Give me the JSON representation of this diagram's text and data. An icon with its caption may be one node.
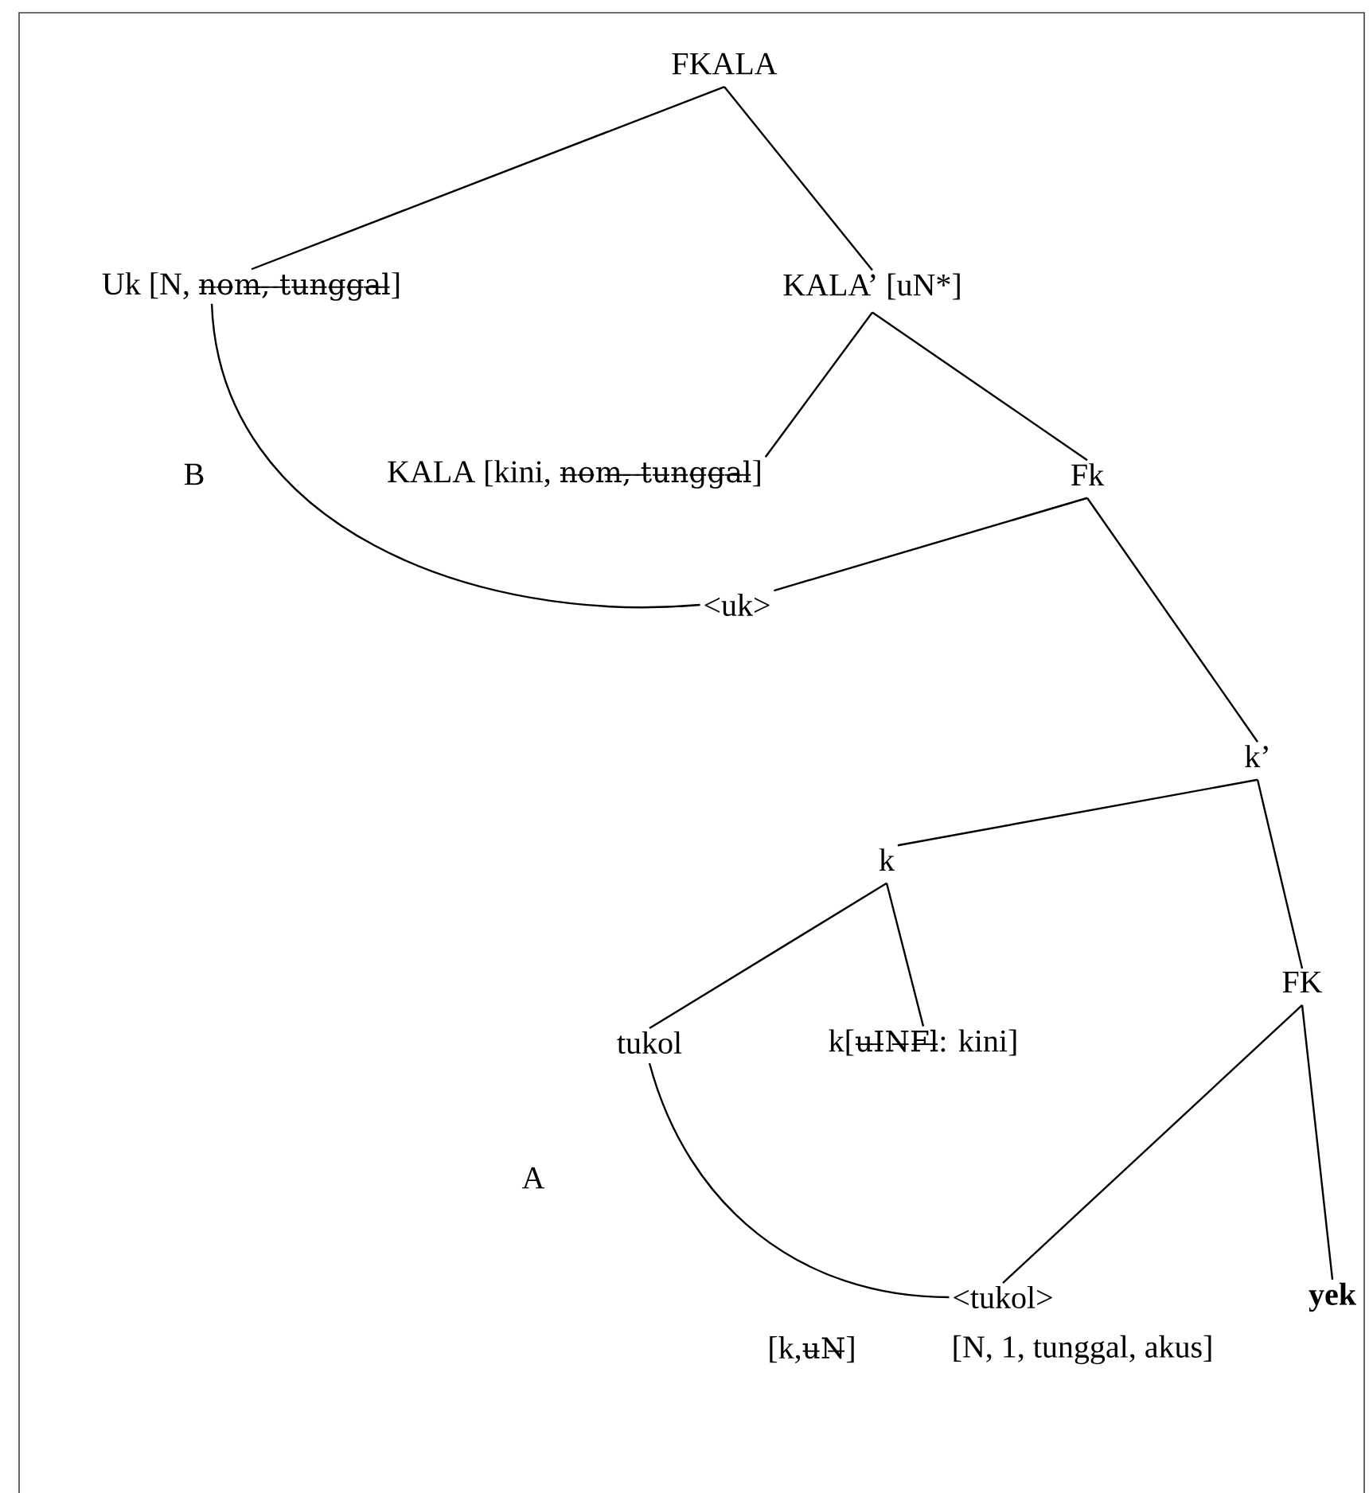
{
  "diagram": {
    "nodes": [
      {
        "text": [
          "FKALA"
        ]
      },
      {
        "text": [
          "Uk [N,",
          "n̶o̶m̶,̶ ̶t̶u̶n̶g̶g̶a̶l̶",
          "]"
        ]
      },
      {
        "text": [
          "KALA’ [uN*]"
        ]
      },
      {
        "text": [
          "KALA [kini,",
          "n̶o̶m̶,̶ ̶t̶u̶n̶g̶g̶a̶l̶",
          "]"
        ]
      },
      {
        "text": [
          "Fk"
        ]
      },
      {
        "text": [
          "<uk>"
        ]
      },
      {
        "text": [
          "k’"
        ]
      },
      {
        "text": [
          "k"
        ]
      },
      {
        "text": [
          "FK"
        ]
      },
      {
        "text": [
          "tukol"
        ]
      },
      {
        "text": [
          "k[",
          "u̶I̶N̶F̶l̶",
          ": kini]"
        ]
      },
      {
        "text": [
          "<tukol>"
        ],
        "beside": [
          "[k,",
          "u̶N̶",
          "]"
        ]
      },
      {
        "text": [
          "yek"
        ]
      }
    ],
    "labels": [
      "[N, 1, tunggal, akus]"
    ],
    "edges": [
      {
        "from": 0,
        "to": 1,
        "arrow": "none"
      },
      {
        "from": 0,
        "to": 2,
        "arrow": "none"
      },
      {
        "from": 2,
        "to": 3,
        "arrow": "none"
      },
      {
        "from": 2,
        "to": 4,
        "arrow": "none"
      },
      {
        "from": 4,
        "to": 5,
        "arrow": "none"
      },
      {
        "from": 4,
        "to": 6,
        "arrow": "none"
      },
      {
        "from": 6,
        "to": 7,
        "arrow": "none"
      },
      {
        "from": 6,
        "to": 8,
        "arrow": "none"
      },
      {
        "from": 7,
        "to": 9,
        "arrow": "none"
      },
      {
        "from": 7,
        "to": 10,
        "arrow": "none"
      },
      {
        "from": 8,
        "to": 11,
        "arrow": "none"
      },
      {
        "from": 8,
        "to": 12,
        "arrow": "none"
      },
      {
        "from": 1,
        "to": 5,
        "arrow": "none",
        "label": "B"
      },
      {
        "from": 9,
        "to": 11,
        "arrow": "none",
        "label": "A"
      }
    ]
  }
}
